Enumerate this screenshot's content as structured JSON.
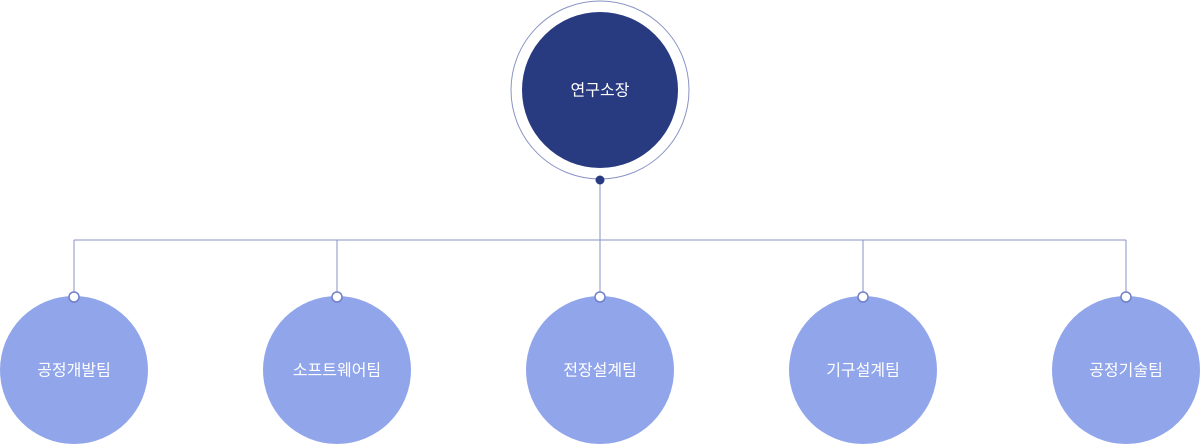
{
  "root": {
    "label": "연구소장"
  },
  "teams": [
    {
      "label": "공정개발팀"
    },
    {
      "label": "소프트웨어팀"
    },
    {
      "label": "전장설계팀"
    },
    {
      "label": "기구설계팀"
    },
    {
      "label": "공정기술팀"
    }
  ],
  "colors": {
    "root_fill": "#283a80",
    "team_fill": "#91a5eb",
    "connector": "#8a93c4"
  }
}
